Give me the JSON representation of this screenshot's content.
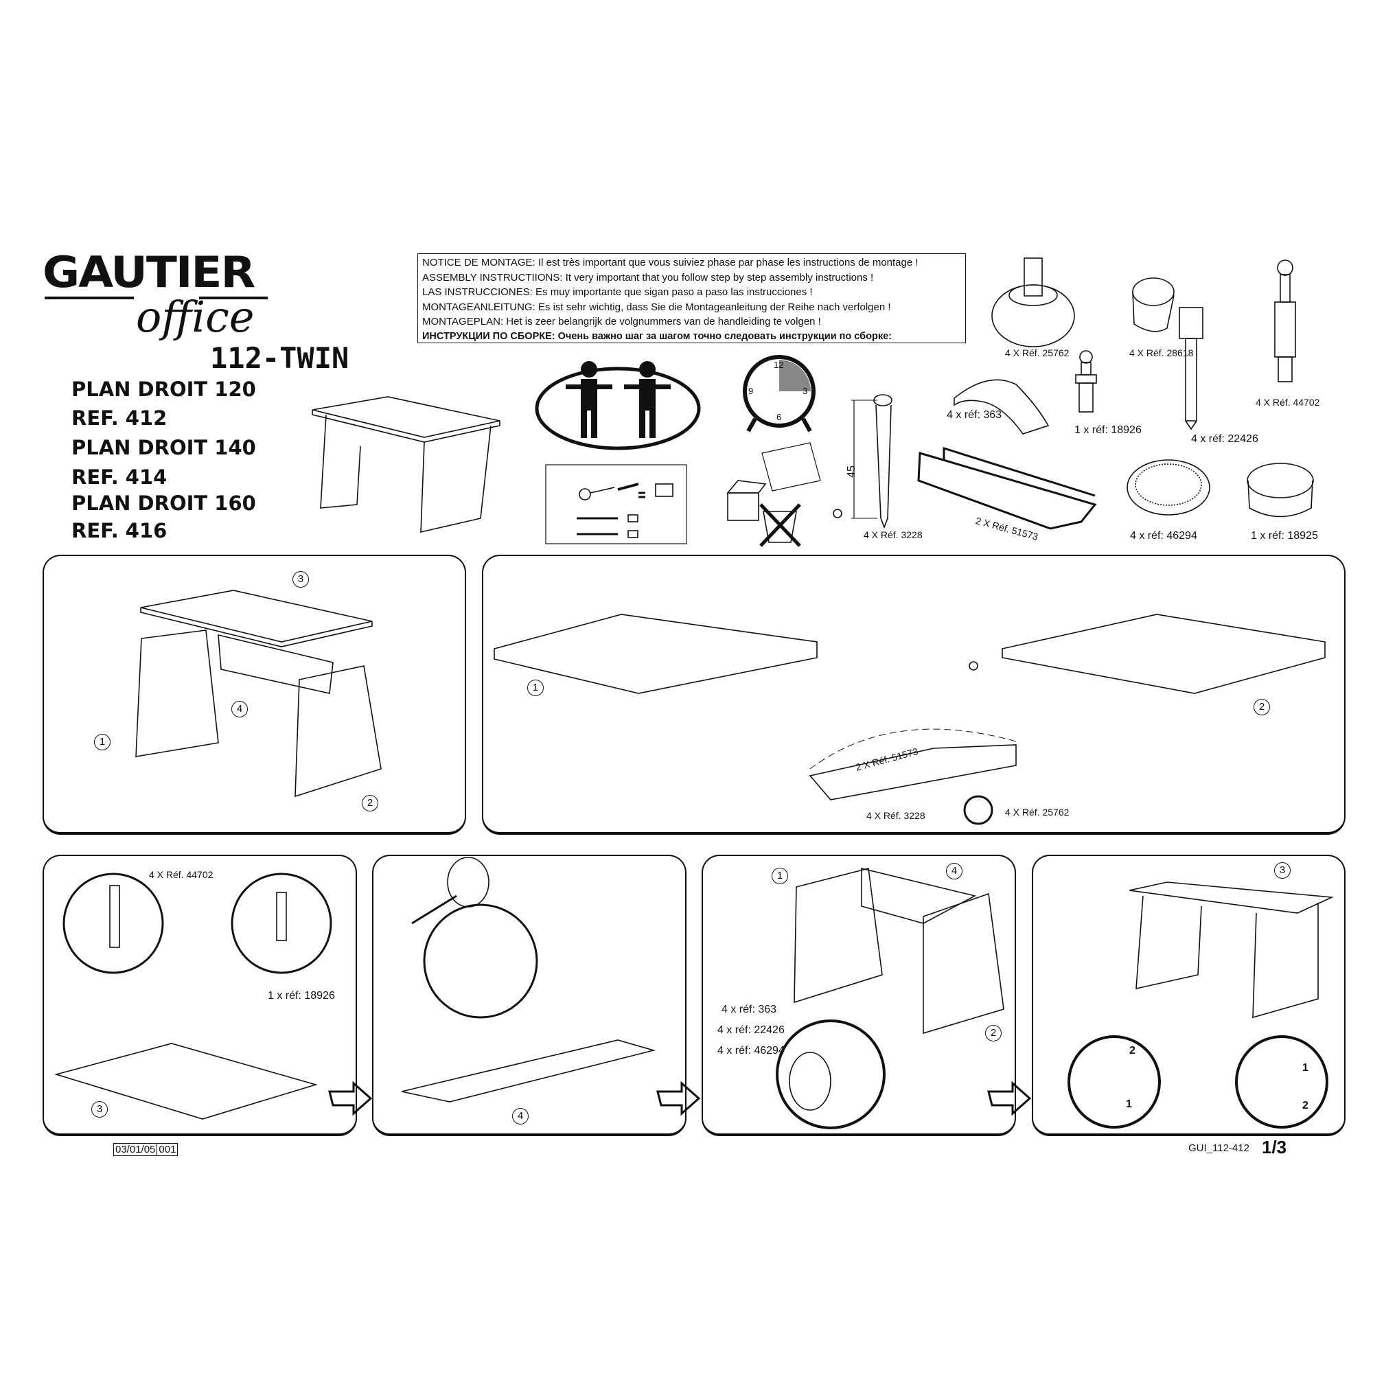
{
  "brand": {
    "name": "GAUTIER",
    "sub": "office"
  },
  "model": "112-TWIN",
  "variants": [
    "PLAN DROIT 120",
    "REF. 412",
    "PLAN DROIT 140",
    "REF. 414",
    "PLAN DROIT 160",
    "REF. 416"
  ],
  "notice": [
    "NOTICE DE MONTAGE: Il est très important que vous suiviez phase par phase les instructions de montage !",
    "ASSEMBLY INSTRUCTIIONS: It very important that you follow step by step assembly instructions !",
    "LAS INSTRUCCIONES: Es muy importante que sigan paso a paso las instrucciones !",
    "MONTAGEANLEITUNG: Es ist sehr wichtig, dass Sie die Montageanleitung der Reihe nach verfolgen !",
    "MONTAGEPLAN: Het is zeer belangrijk de volgnummers van de handleiding te volgen !",
    "ИНСТРУКЦИИ ПО СБОРКЕ: Очень важно шаг за шагом точно следовать инструкции по сборке:"
  ],
  "clock": {
    "numerals": [
      "12",
      "3",
      "6",
      "9"
    ],
    "elapsed_fraction": 0.25
  },
  "hardware": {
    "r25762": "4 X Réf. 25762",
    "r28618": "4 X Réf. 28618",
    "r44702": "4 X Réf. 44702",
    "r363": "4 x réf: 363",
    "r18926": "1 x réf: 18926",
    "r22426": "4 x réf: 22426",
    "r3228": "4 X Réf. 3228",
    "r51573": "2 X Réf. 51573",
    "r46294": "4 x réf: 46294",
    "r18925": "1 x réf: 18925",
    "screw_length": "45"
  },
  "steps": {
    "s1": {
      "callouts": [
        "3",
        "4",
        "1",
        "2"
      ]
    },
    "s2": {
      "callouts": [
        "1",
        "2"
      ],
      "labels": [
        "4 X Réf. 3228",
        "4 X Réf. 25762",
        "2 X Réf. 51573"
      ]
    },
    "s3": {
      "callouts": [
        "3"
      ],
      "labels": [
        "4 X Réf. 44702",
        "1 x réf: 18926"
      ]
    },
    "s4": {
      "callouts": [
        "4"
      ]
    },
    "s5": {
      "callouts": [
        "1",
        "4",
        "2"
      ],
      "labels": [
        "4 x réf: 363",
        "4 x réf: 22426",
        "4 x réf: 46294"
      ]
    },
    "s6": {
      "callouts": [
        "3"
      ],
      "detail_marks": [
        "2",
        "1",
        "1",
        "2"
      ]
    }
  },
  "footer": {
    "date": "03/01/05",
    "code": "001",
    "doc": "GUI_112-412",
    "page": "1/3"
  }
}
